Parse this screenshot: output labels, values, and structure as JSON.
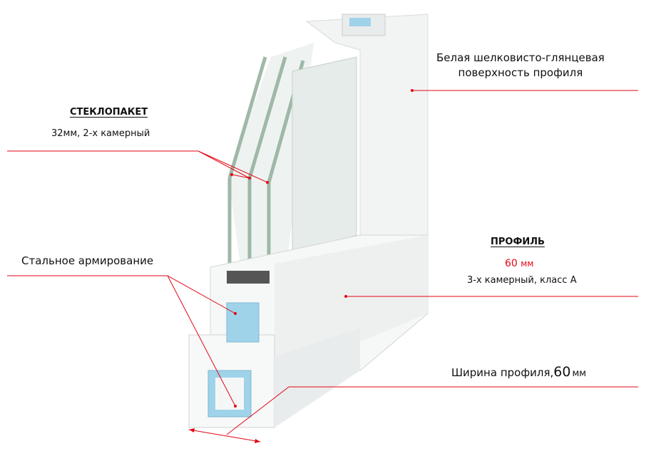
{
  "colors": {
    "accent": "#e30613",
    "reinforcement": "#9fd3ea",
    "glass": "#9fb8a8"
  },
  "labels": {
    "surface_line1": "Белая шелковисто-глянцевая",
    "surface_line2": "поверхность профиля",
    "glass_title": "СТЕКЛОПАКЕТ",
    "glass_desc": "32мм, 2-х камерный",
    "steel": "Стальное армирование",
    "profile_title": "ПРОФИЛЬ",
    "profile_size_num": "60",
    "profile_size_unit": "мм",
    "profile_desc": "3-х камерный, класс А",
    "width_text": "Ширина профиля,",
    "width_num": "60",
    "width_unit": "мм"
  }
}
